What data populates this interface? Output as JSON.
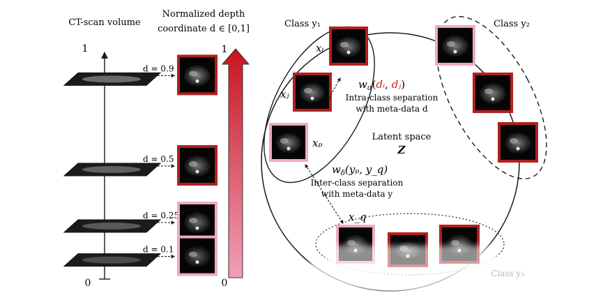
{
  "left_panel": {
    "title": "CT-scan volume",
    "axis_top": "1",
    "axis_bottom": "0",
    "slices": [
      {
        "label": "d = 0.9",
        "depth": 0.9,
        "shade": 0.72
      },
      {
        "label": "d = 0.5",
        "depth": 0.5,
        "shade": 0.62
      },
      {
        "label": "d = 0.25",
        "depth": 0.25,
        "shade": 0.55
      },
      {
        "label": "d = 0.1",
        "depth": 0.1,
        "shade": 0.45
      }
    ]
  },
  "depth_bar": {
    "title_line1": "Normalized depth",
    "title_line2": "coordinate d ∈ [0,1]",
    "top_label": "1",
    "bottom_label": "0",
    "color_top": "#c8141e",
    "color_bottom": "#f0a0b8"
  },
  "latent": {
    "space_label_line1": "Latent space",
    "space_label_line2": "Z",
    "class1_label": "Class y₁",
    "class2_label": "Class y₂",
    "class3_label": "Class y₃",
    "xi": "xᵢ",
    "xj": "xⱼ",
    "xp": "xₚ",
    "xq": "x_q",
    "w_sigma": {
      "prefix": "w",
      "sub": "σ",
      "open": "(",
      "di": "dᵢ",
      "comma": ", ",
      "dj": "dⱼ",
      "close": ")",
      "line1": "Intra-class separation",
      "line2": "with meta-data d"
    },
    "w_delta": {
      "formula": "w",
      "sub": "δ",
      "args": "(yₚ, y_q)",
      "line1": "Inter-class separation",
      "line2": "with meta-data y"
    }
  },
  "colors": {
    "frame_dark": "#b0201f",
    "frame_light": "#f0aac3",
    "highlight_red": "#d42020",
    "line": "#1a1a1a"
  }
}
